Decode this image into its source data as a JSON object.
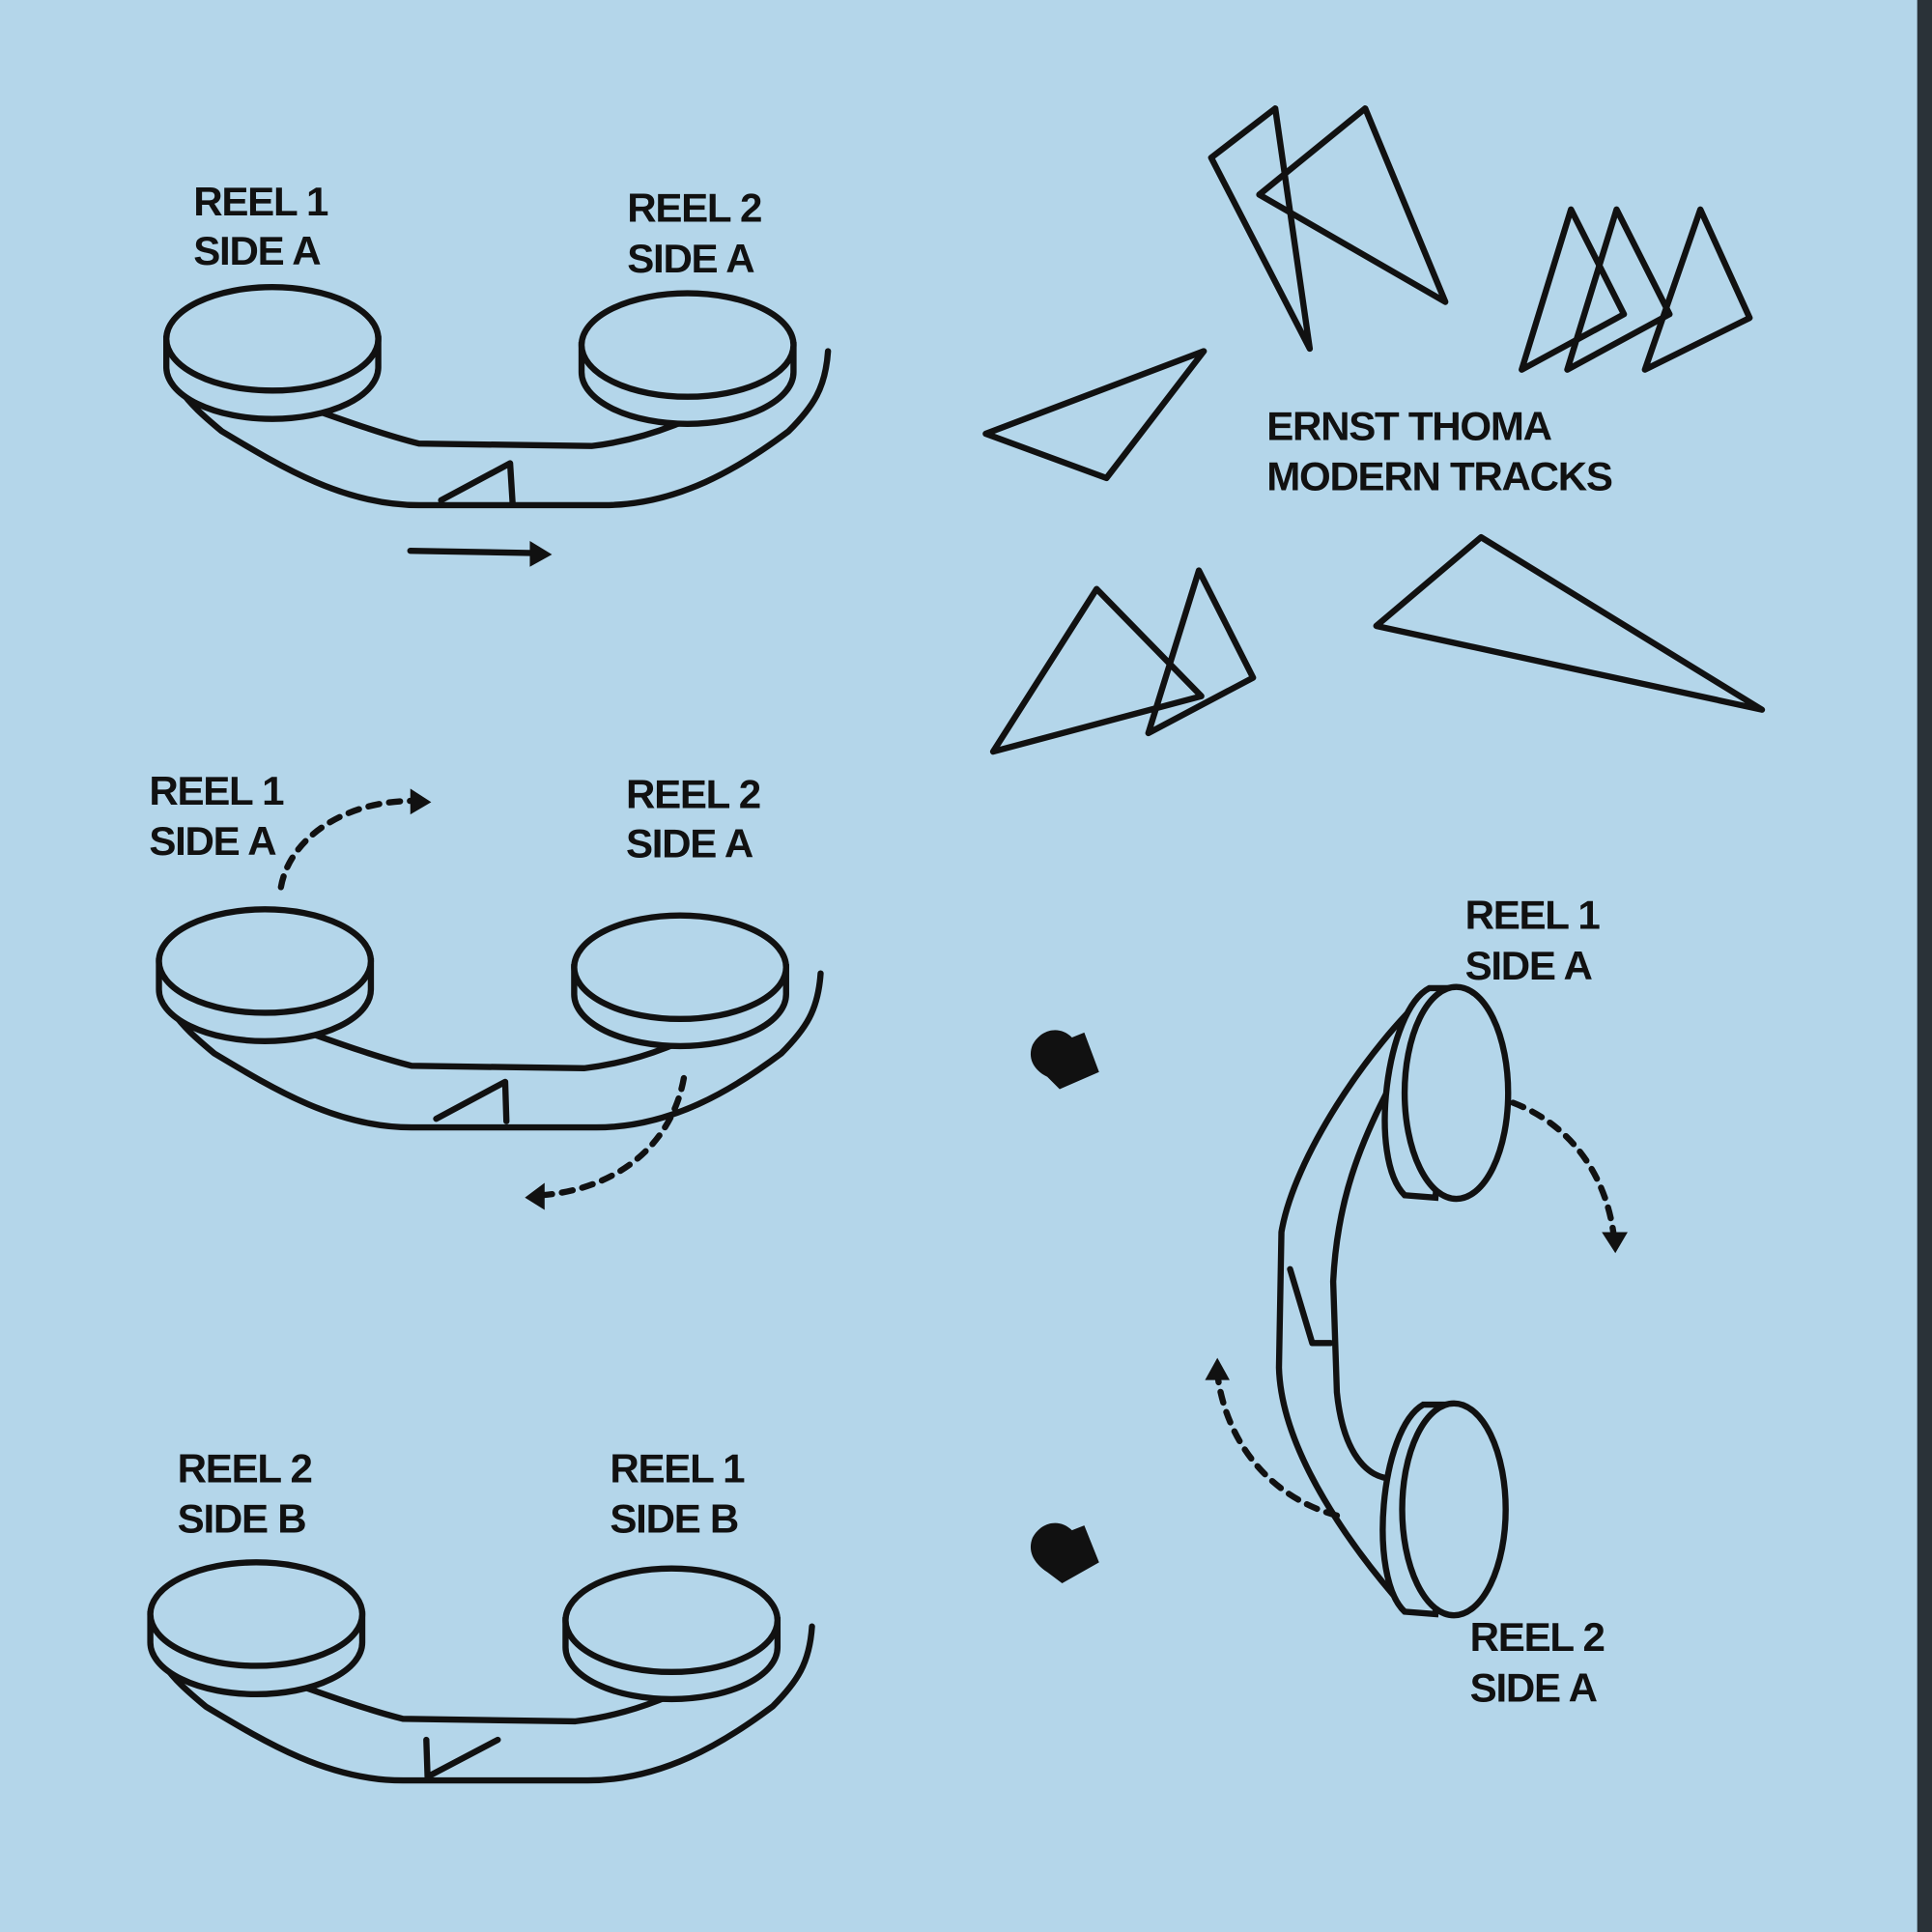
{
  "colors": {
    "background": "#b4d6ea",
    "ink": "#111111"
  },
  "title": {
    "artist": "ERNST THOMA",
    "album": "MODERN TRACKS"
  },
  "diagrams": [
    {
      "left_reel": "REEL 1",
      "left_side": "SIDE A",
      "right_reel": "REEL 2",
      "right_side": "SIDE A"
    },
    {
      "left_reel": "REEL 1",
      "left_side": "SIDE A",
      "right_reel": "REEL 2",
      "right_side": "SIDE A"
    },
    {
      "left_reel": "REEL 2",
      "left_side": "SIDE B",
      "right_reel": "REEL 1",
      "right_side": "SIDE B"
    },
    {
      "top_reel": "REEL 1",
      "top_side": "SIDE A",
      "bottom_reel": "REEL 2",
      "bottom_side": "SIDE A"
    }
  ]
}
